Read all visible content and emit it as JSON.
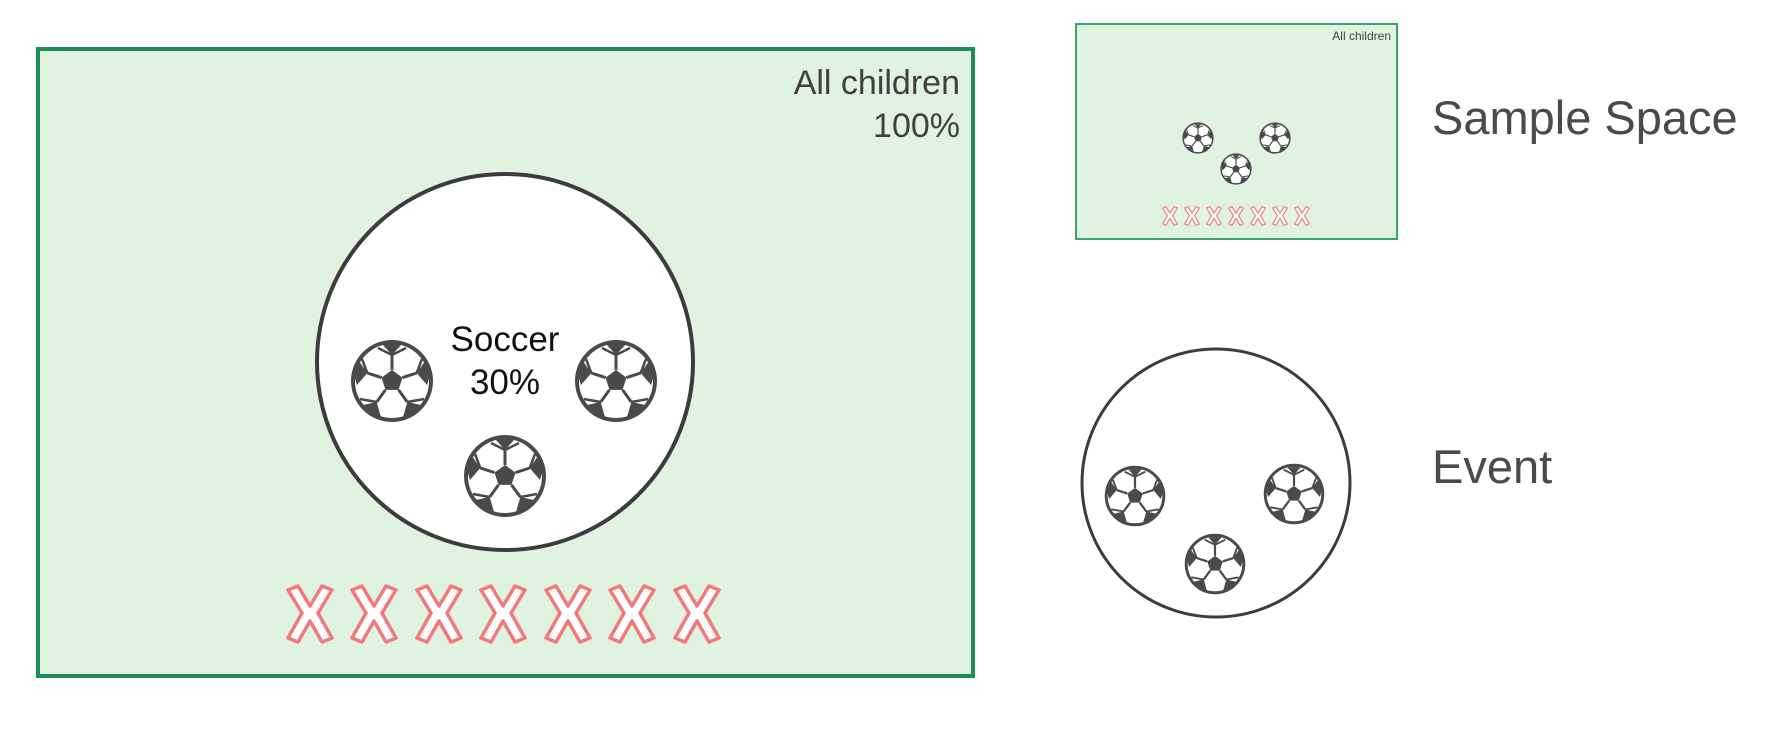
{
  "main_diagram": {
    "space_label": "All children",
    "space_percent": "100%",
    "event_label": "Soccer",
    "event_percent": "30%",
    "event_items_count": 3,
    "non_event_items_count": 7
  },
  "thumbnail": {
    "space_label": "All children",
    "event_items_count": 3,
    "non_event_items_count": 7
  },
  "event_example": {
    "event_items_count": 3
  },
  "legend": {
    "sample_space": "Sample Space",
    "event": "Event"
  },
  "colors": {
    "space_fill": "#e0f3e0",
    "space_border": "#1f8a5b",
    "event_border": "#3c3c3c",
    "ball": "#4a4a4a",
    "x_outline": "#f07a7a"
  },
  "icons": {
    "event_item": "soccer-ball-icon",
    "non_event_item": "x-mark-icon"
  }
}
